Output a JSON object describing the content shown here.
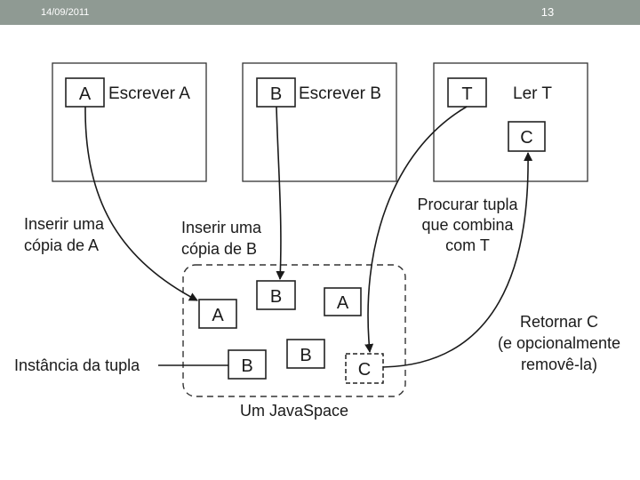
{
  "header": {
    "date": "14/09/2011",
    "page_number": "13"
  },
  "processes": [
    {
      "tuple": "A",
      "action": "Escrever A"
    },
    {
      "tuple": "B",
      "action": "Escrever B"
    },
    {
      "tuple": "T",
      "action": "Ler T",
      "result": "C"
    }
  ],
  "labels": {
    "insert_a": [
      "Inserir uma",
      "cópia de A"
    ],
    "insert_b": [
      "Inserir uma",
      "cópia de B"
    ],
    "lookup": [
      "Procurar tupla",
      "que combina",
      "com T"
    ],
    "return": [
      "Retornar C",
      "(e opcionalmente",
      "removê-la)"
    ],
    "tuple_instance": "Instância da tupla",
    "space": "Um JavaSpace"
  },
  "space_tuples": [
    "B",
    "A",
    "A",
    "B",
    "B",
    "C"
  ],
  "colors": {
    "header_bar": "#8f9a93",
    "ink": "#1a1a1a"
  }
}
